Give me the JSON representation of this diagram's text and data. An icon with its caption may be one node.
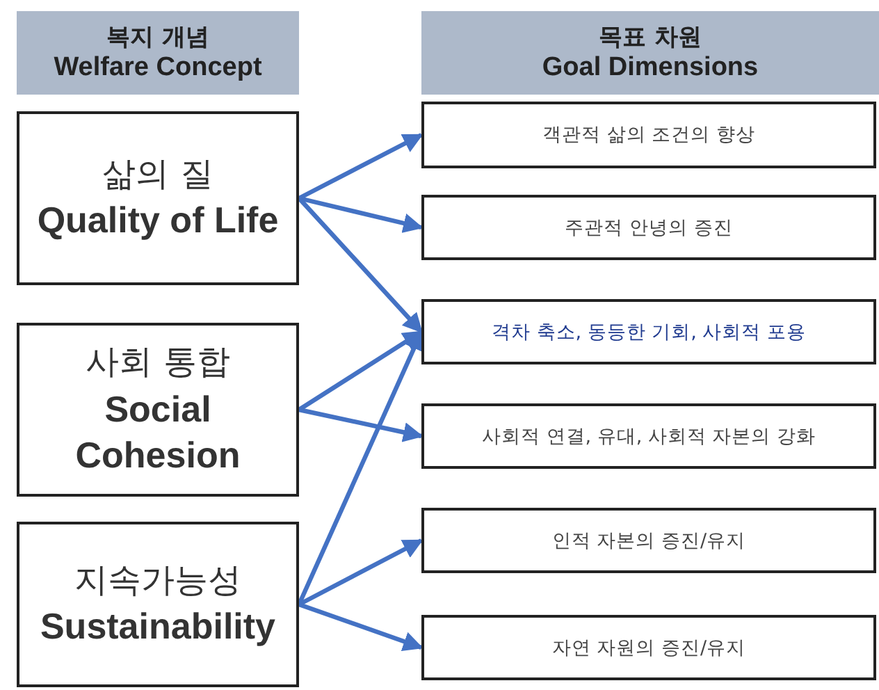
{
  "diagram": {
    "nodes": [
      {
        "text": [
          "복지 개념",
          "Welfare Concept"
        ]
      },
      {
        "text": [
          "목표 차원",
          "Goal Dimensions"
        ]
      },
      {
        "text": [
          "삶의 질",
          "Quality of Life"
        ]
      },
      {
        "text": [
          "사회 통합",
          "Social Cohesion"
        ]
      },
      {
        "text": [
          "지속가능성",
          "Sustainability"
        ]
      },
      {
        "text": [
          "객관적 삶의 조건의 향상"
        ]
      },
      {
        "text": [
          "주관적 안녕의 증진"
        ]
      },
      {
        "text": [
          "격차 축소, 동등한 기회, 사회적 포용"
        ]
      },
      {
        "text": [
          "사회적 연결, 유대, 사회적 자본의 강화"
        ]
      },
      {
        "text": [
          "인적 자본의 증진/유지"
        ]
      },
      {
        "text": [
          "자연 자원의 증진/유지"
        ]
      }
    ],
    "edges": [
      {
        "from": 2,
        "to": 5,
        "arrow": "to"
      },
      {
        "from": 2,
        "to": 6,
        "arrow": "to"
      },
      {
        "from": 2,
        "to": 7,
        "arrow": "to"
      },
      {
        "from": 3,
        "to": 7,
        "arrow": "to"
      },
      {
        "from": 3,
        "to": 8,
        "arrow": "to"
      },
      {
        "from": 4,
        "to": 7,
        "arrow": "to"
      },
      {
        "from": 4,
        "to": 9,
        "arrow": "to"
      },
      {
        "from": 4,
        "to": 10,
        "arrow": "to"
      }
    ]
  }
}
